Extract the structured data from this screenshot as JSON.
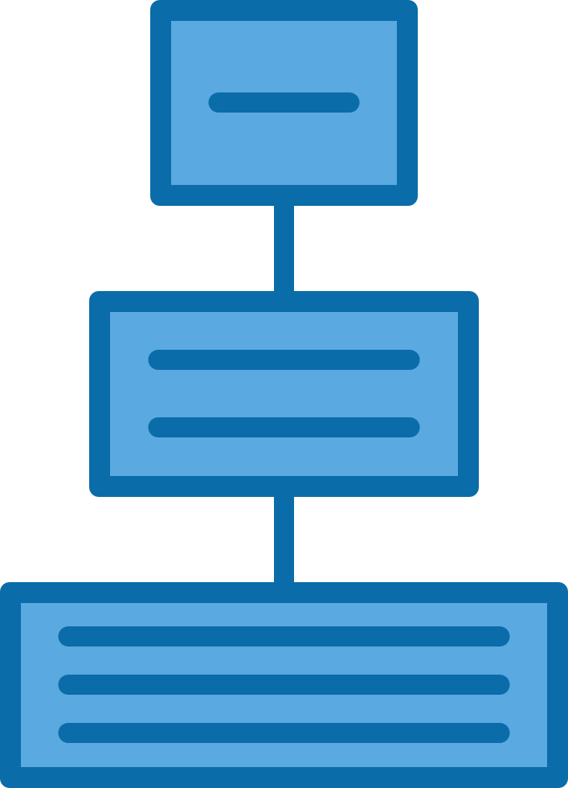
{
  "icon": {
    "name": "hierarchy-icon",
    "levels": [
      {
        "name": "top",
        "text_lines": 1
      },
      {
        "name": "middle",
        "text_lines": 2
      },
      {
        "name": "bottom",
        "text_lines": 3
      }
    ]
  },
  "colors": {
    "outline": "#0a6ca8",
    "fill": "#5aa9e0",
    "background": "#ffffff"
  }
}
